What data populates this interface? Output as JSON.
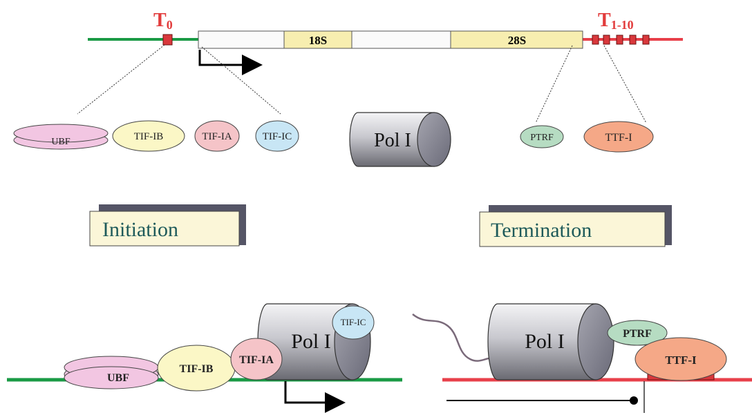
{
  "gene": {
    "t0_main": "T",
    "t0_sub": "0",
    "t1_main": "T",
    "t1_sub": "1-10",
    "seg_18s": "18S",
    "seg_28s": "28S"
  },
  "factors": {
    "ubf": "UBF",
    "tif_ib": "TIF-IB",
    "tif_ia": "TIF-IA",
    "tif_ic": "TIF-IC",
    "pol1": "Pol I",
    "ptrf": "PTRF",
    "ttf1": "TTF-I"
  },
  "headings": {
    "initiation": "Initiation",
    "termination": "Termination"
  },
  "initiation_complex": {
    "ubf": "UBF",
    "tif_ib": "TIF-IB",
    "tif_ia": "TIF-IA",
    "tif_ic": "TIF-IC",
    "pol1": "Pol I"
  },
  "termination_complex": {
    "pol1": "Pol I",
    "ptrf": "PTRF",
    "ttf1": "TTF-I"
  },
  "colors": {
    "green_dna": "#1a9a45",
    "red_dna": "#e8404a",
    "red_label": "#e23c3c",
    "rrna_fill": "#f7eeb0",
    "heading_text": "#1e5a5a",
    "box_fill": "#fbf6d8",
    "box_shadow": "#555566",
    "ubf": "#f2c6e2",
    "tif_ib": "#fbf7c6",
    "tif_ia": "#f5c4c8",
    "tif_ic": "#c8e6f5",
    "ptrf": "#b6dcc2",
    "ttf1": "#f5a887"
  }
}
